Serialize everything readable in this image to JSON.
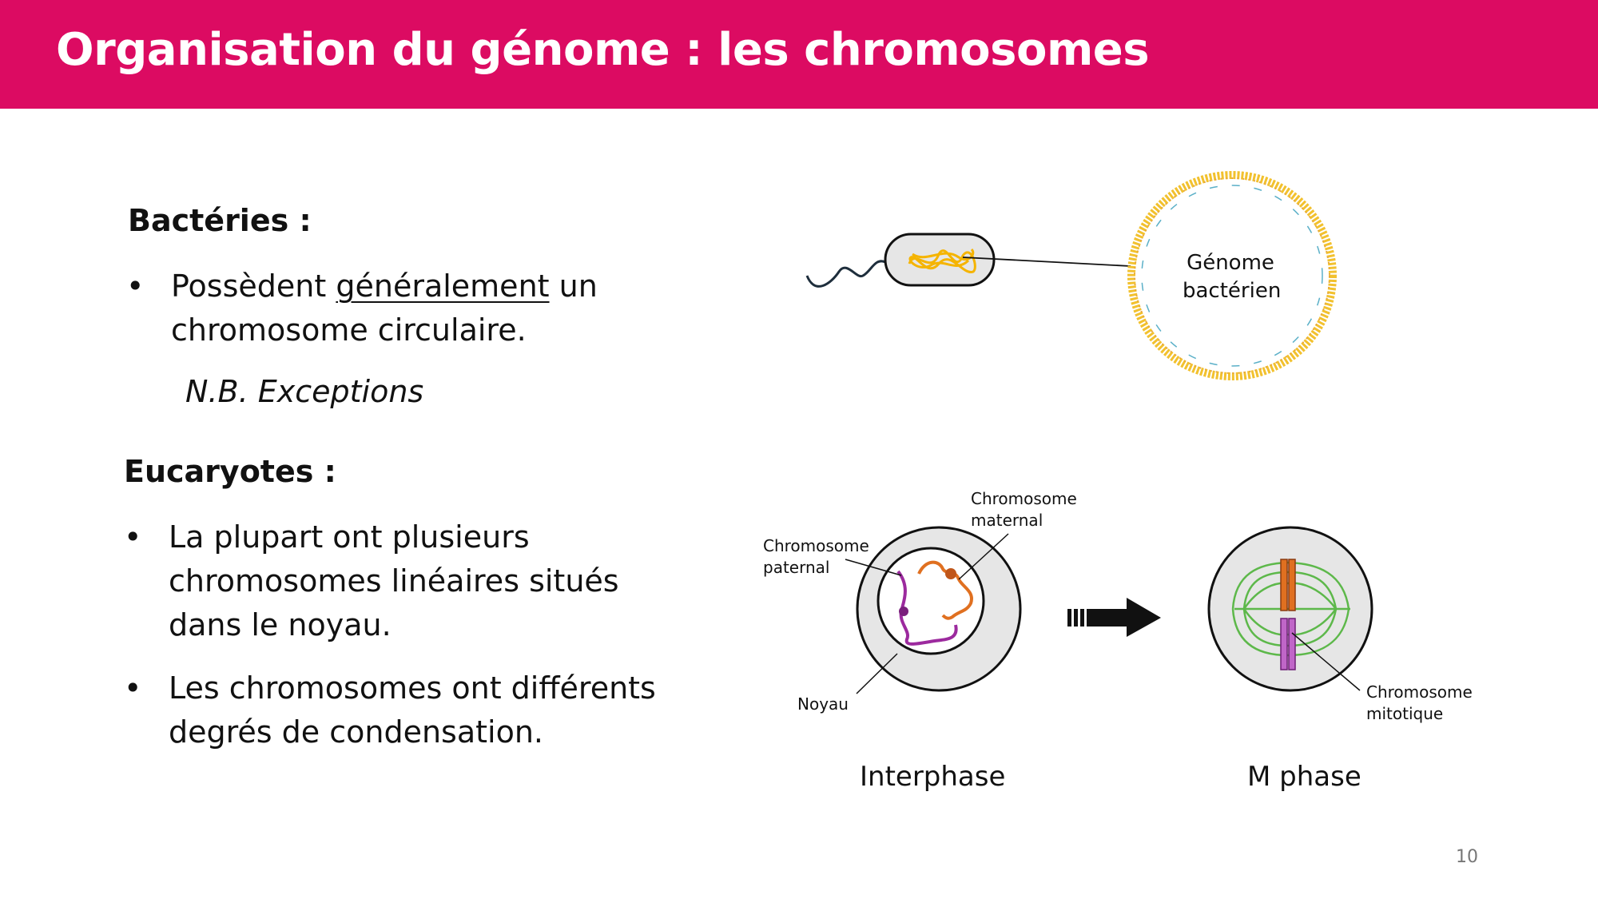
{
  "slide": {
    "title": "Organisation du génome : les chromosomes",
    "page_number": "10",
    "colors": {
      "header": "#DC0B62",
      "paternal": "#9C2A9E",
      "maternal": "#E07020",
      "spindle": "#5DB84A"
    }
  },
  "bacteria": {
    "heading": "Bactéries :",
    "bullet_pre": "Possèdent ",
    "bullet_underlined": "généralement",
    "bullet_post": " un",
    "bullet_line2": "chromosome circulaire.",
    "note": "N.B. Exceptions"
  },
  "eukaryotes": {
    "heading": "Eucaryotes :",
    "bullets": [
      [
        "La plupart ont plusieurs",
        "chromosomes linéaires situés",
        "dans le noyau."
      ],
      [
        "Les chromosomes ont différents",
        "degrés de condensation."
      ]
    ]
  },
  "figure": {
    "genome_label": [
      "Génome",
      "bactérien"
    ],
    "maternal_label": [
      "Chromosome",
      "maternal"
    ],
    "paternal_label": [
      "Chromosome",
      "paternal"
    ],
    "nucleus_label": "Noyau",
    "mitotic_label": [
      "Chromosome",
      "mitotique"
    ],
    "interphase_caption": "Interphase",
    "mphase_caption": "M phase"
  }
}
